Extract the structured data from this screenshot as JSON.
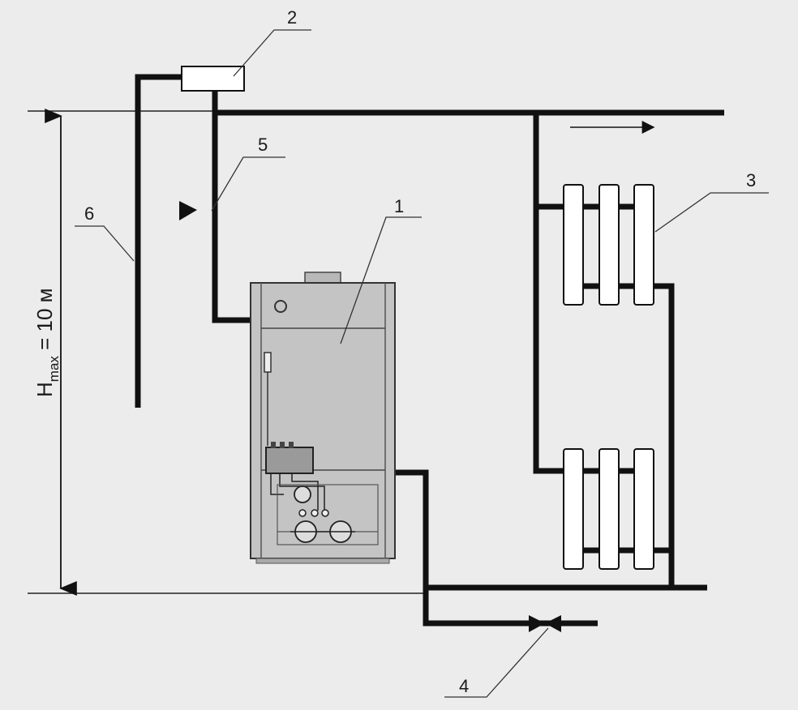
{
  "dimension": {
    "letter": "H",
    "subscript": "max",
    "value": " = 10 м"
  },
  "callouts": {
    "boiler": "1",
    "expansion_tank": "2",
    "radiators": "3",
    "valve": "4",
    "pump": "5",
    "riser": "6"
  },
  "colors": {
    "background": "#ececec",
    "pipe": "#111111",
    "boiler_body": "#c4c4c4",
    "radiator_fill": "#ffffff"
  }
}
